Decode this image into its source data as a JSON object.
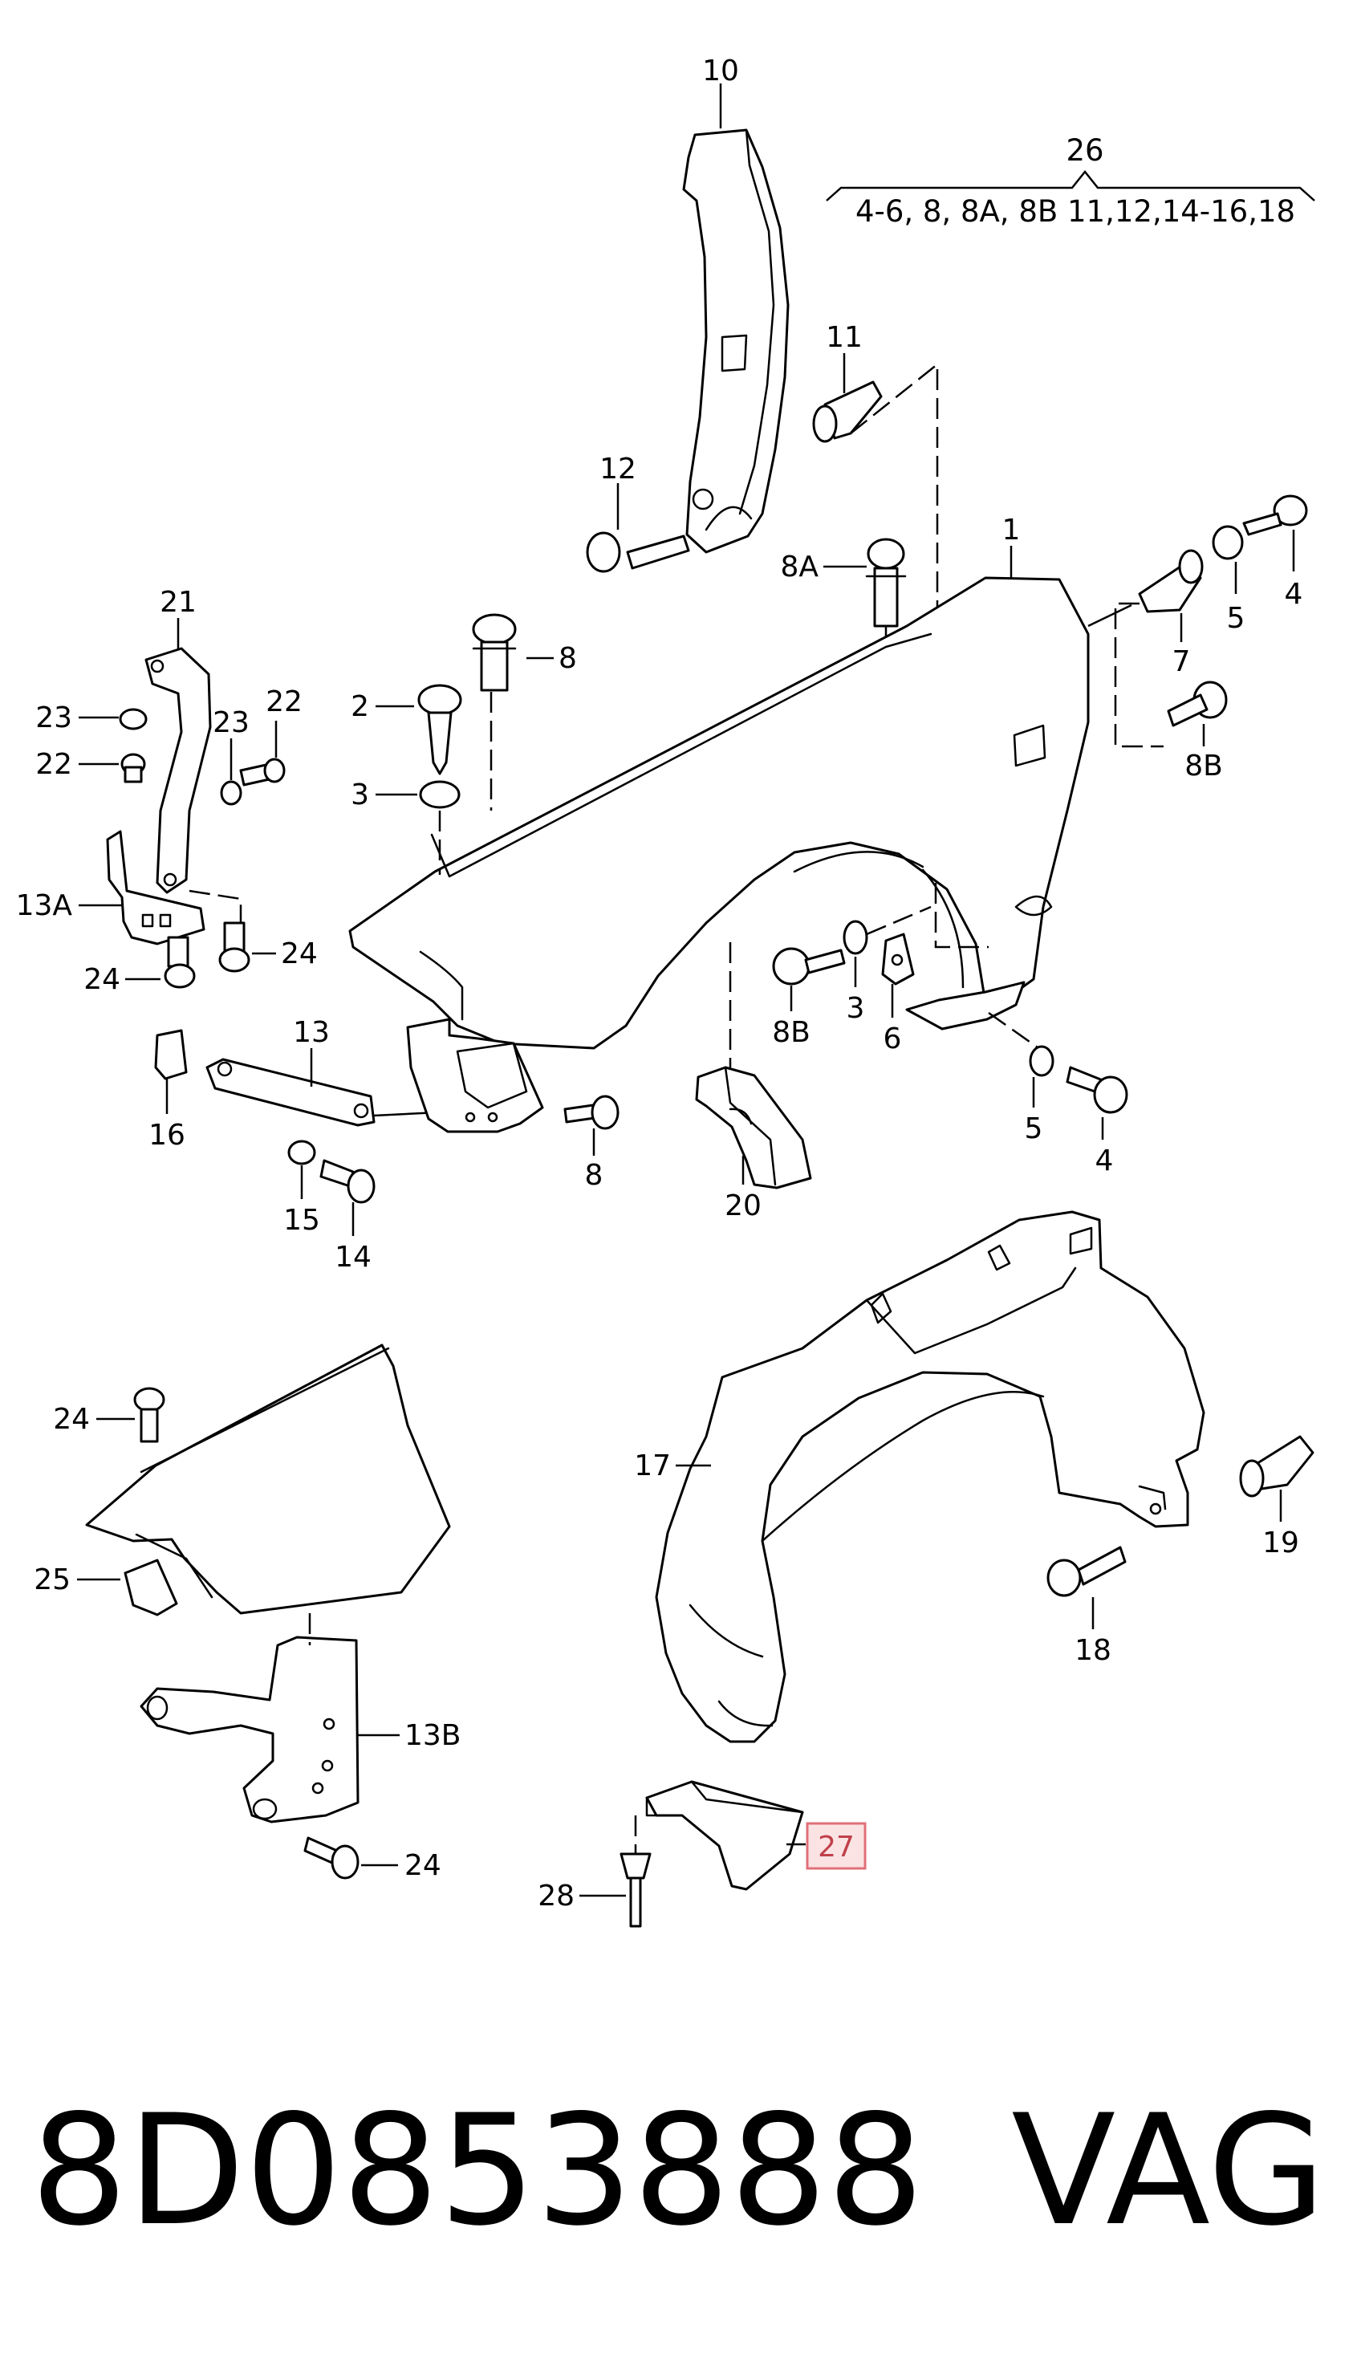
{
  "header": {
    "assembly_number": "26",
    "assembly_contents": "4-6, 8, 8A, 8B 11,12,14-16,18"
  },
  "callouts": {
    "c1": "1",
    "c2": "2",
    "c3a": "3",
    "c3b": "3",
    "c4a": "4",
    "c4b": "4",
    "c5a": "5",
    "c5b": "5",
    "c6": "6",
    "c7": "7",
    "c8a": "8",
    "c8b": "8",
    "c8A": "8A",
    "c8Ba": "8B",
    "c8Bb": "8B",
    "c10": "10",
    "c11": "11",
    "c12": "12",
    "c13": "13",
    "c13A": "13A",
    "c13B": "13B",
    "c14": "14",
    "c15": "15",
    "c16": "16",
    "c17": "17",
    "c18": "18",
    "c19": "19",
    "c20": "20",
    "c21": "21",
    "c22a": "22",
    "c22b": "22",
    "c23a": "23",
    "c23b": "23",
    "c24a": "24",
    "c24b": "24",
    "c24c": "24",
    "c24d": "24",
    "c25": "25",
    "c27": "27",
    "c28": "28"
  },
  "highlighted_part": "27",
  "footer": {
    "part_number": "8D0853888",
    "brand": "VAG"
  },
  "colors": {
    "line": "#000000",
    "highlight_fill": "#fbe3e3",
    "highlight_stroke": "#e0707a",
    "highlight_text": "#c0404a"
  }
}
